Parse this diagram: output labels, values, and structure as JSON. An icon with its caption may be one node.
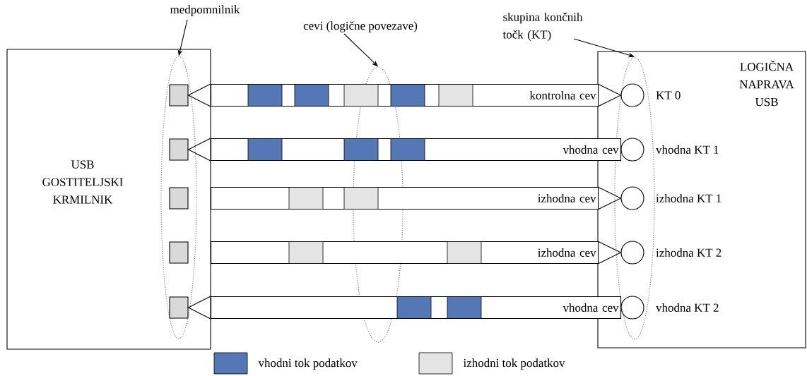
{
  "diagram": {
    "nodes": [
      {
        "text": [
          "USB GOSTITELJSKI KRMILNIK"
        ]
      },
      {
        "text": [
          "LOGIČNA NAPRAVA USB"
        ]
      },
      {
        "text": [
          "medpomnilnik"
        ]
      },
      {
        "text": [
          "cevi (logične povezave)"
        ]
      },
      {
        "text": [
          "skupina končnih točk (KT)"
        ]
      },
      {
        "text": [],
        "shape": "ellipse",
        "in": 0
      },
      {
        "text": [],
        "shape": "ellipse"
      },
      {
        "text": [],
        "shape": "ellipse",
        "in": 1
      },
      {
        "text": [],
        "shape": "box",
        "in": 5
      },
      {
        "text": [],
        "shape": "box",
        "in": 5
      },
      {
        "text": [],
        "shape": "box",
        "in": 5
      },
      {
        "text": [],
        "shape": "box",
        "in": 5
      },
      {
        "text": [],
        "shape": "box",
        "in": 5
      },
      {
        "text": [
          "kontrolna cev"
        ]
      },
      {
        "text": [
          "vhodna cev"
        ]
      },
      {
        "text": [
          "izhodna cev"
        ]
      },
      {
        "text": [
          "izhodna cev"
        ]
      },
      {
        "text": [
          "vhodna cev"
        ]
      },
      {
        "text": [],
        "shape": "circle",
        "in": 7,
        "beside": [
          "KT 0"
        ]
      },
      {
        "text": [],
        "shape": "circle",
        "in": 7,
        "beside": [
          "vhodna KT 1"
        ]
      },
      {
        "text": [],
        "shape": "circle",
        "in": 7,
        "beside": [
          "izhodna KT 1"
        ]
      },
      {
        "text": [],
        "shape": "circle",
        "in": 7,
        "beside": [
          "izhodna KT 2"
        ]
      },
      {
        "text": [],
        "shape": "circle",
        "in": 7,
        "beside": [
          "vhodna KT 2"
        ]
      }
    ],
    "edges": [
      {
        "from": 2,
        "to": 5,
        "arrow": "to"
      },
      {
        "from": 3,
        "to": 6,
        "arrow": "to"
      },
      {
        "from": 4,
        "to": 7,
        "arrow": "to"
      },
      {
        "from": 13,
        "to": 8,
        "arrow": "none"
      },
      {
        "from": 13,
        "to": 18,
        "arrow": "none"
      },
      {
        "from": 14,
        "to": 9,
        "arrow": "none"
      },
      {
        "from": 15,
        "to": 20,
        "arrow": "none"
      },
      {
        "from": 16,
        "to": 21,
        "arrow": "none"
      },
      {
        "from": 17,
        "to": 12,
        "arrow": "none"
      }
    ],
    "legend": [
      {
        "text": "vhodni tok podatkov",
        "color": "#5577b5"
      },
      {
        "text": "izhodni tok podatkov",
        "color": "#e4e4e4"
      }
    ]
  }
}
